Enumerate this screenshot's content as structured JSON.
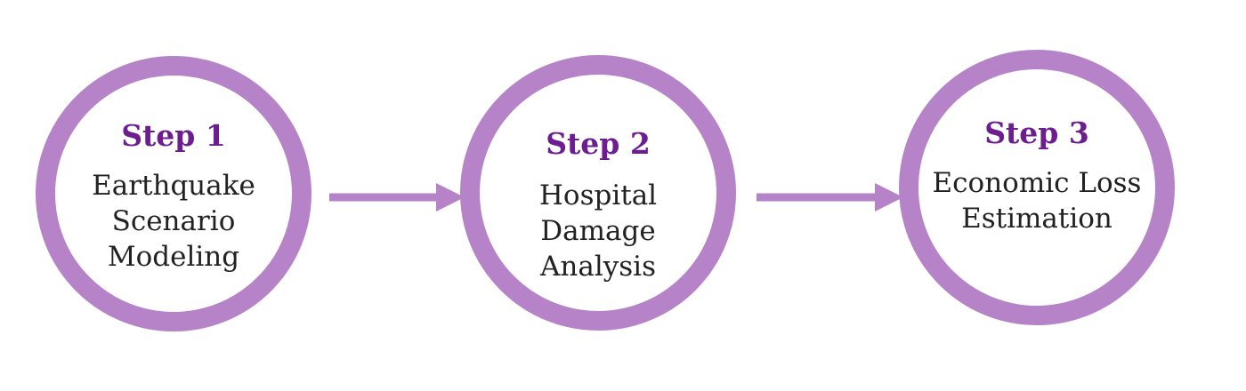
{
  "colors": {
    "ring": "#b682c8",
    "arrow": "#b682c8",
    "title": "#6e1d91",
    "text": "#222222",
    "background": "#ffffff"
  },
  "steps": [
    {
      "title": "Step 1",
      "lines": [
        "Earthquake",
        "Scenario",
        "Modeling"
      ]
    },
    {
      "title": "Step 2",
      "lines": [
        "Hospital",
        "Damage",
        "Analysis"
      ]
    },
    {
      "title": "Step 3",
      "lines": [
        "Economic Loss",
        "Estimation"
      ]
    }
  ],
  "connections": [
    {
      "from": "Step 1",
      "to": "Step 2"
    },
    {
      "from": "Step 2",
      "to": "Step 3"
    }
  ]
}
